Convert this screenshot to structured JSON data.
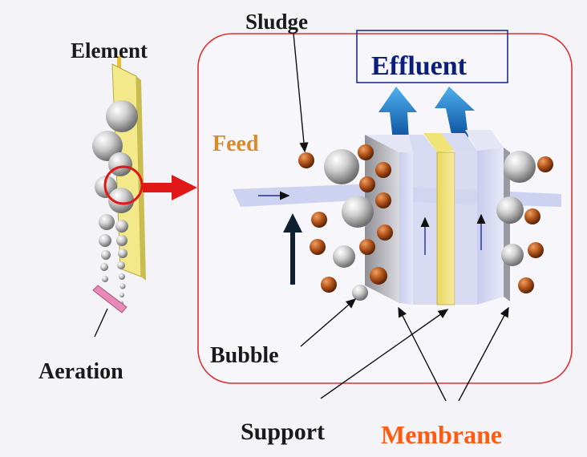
{
  "labels": {
    "element": "Element",
    "sludge": "Sludge",
    "effluent": "Effluent",
    "feed": "Feed",
    "bubble": "Bubble",
    "aeration": "Aeration",
    "support": "Support",
    "membrane": "Membrane"
  },
  "colors": {
    "text": "#1a1a1a",
    "effluent_text": "#0a1e7a",
    "feed_text": "#d98a2a",
    "membrane_text": "#ff5a10",
    "frame": "#e03030",
    "zoom_arrow": "#e01818",
    "effluent_arrows": "#2a8ad6",
    "sludge_particle": "#b0521a",
    "element_panel": "#f3e98a",
    "aerator": "#e88ab8"
  }
}
